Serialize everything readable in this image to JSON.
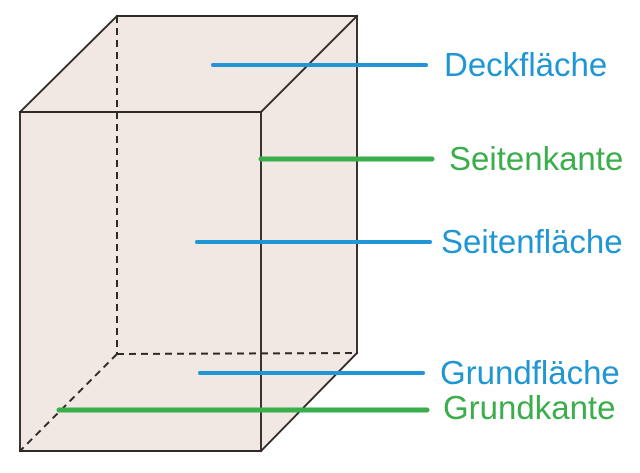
{
  "figure": {
    "type": "cuboid-diagram",
    "face_fill": "#f2e8e3",
    "edge_color": "#2e2a28"
  },
  "labels": {
    "deckflaeche": {
      "text": "Deckfläche",
      "color": "#2097d4"
    },
    "seitenkante": {
      "text": "Seitenkante",
      "color": "#3bae4c"
    },
    "seitenflaeche": {
      "text": "Seitenfläche",
      "color": "#2097d4"
    },
    "grundflaeche": {
      "text": "Grundfläche",
      "color": "#2097d4"
    },
    "grundkante": {
      "text": "Grundkante",
      "color": "#3bae4c"
    }
  }
}
